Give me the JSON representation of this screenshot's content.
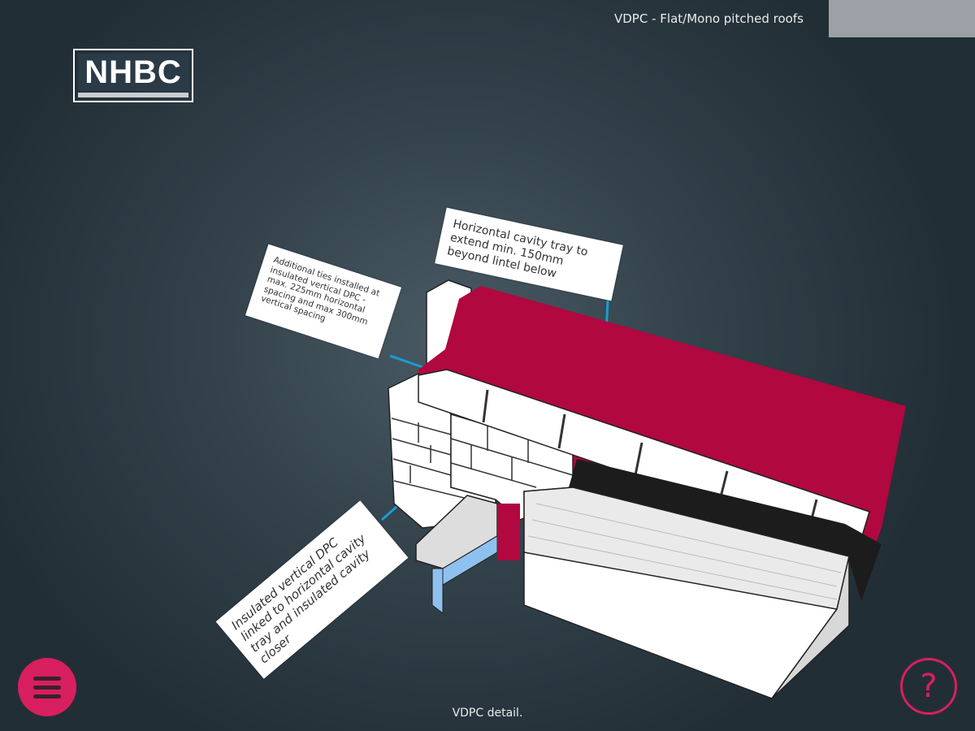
{
  "header": {
    "title": "VDPC - Flat/Mono pitched roofs"
  },
  "logo": {
    "text": "NHBC"
  },
  "labels": {
    "ties": "Additional ties installed at insulated vertical DPC - max. 225mm horizontal spacing and max 300mm vertical spacing",
    "tray": "Horizontal cavity tray to extend min. 150mm beyond lintel below",
    "vdpc": "Insulated vertical DPC linked to horizontal cavity tray and insulated cavity closer"
  },
  "caption": "VDPC detail.",
  "buttons": {
    "menu_icon": "hamburger-menu-icon",
    "help_label": "?"
  },
  "colors": {
    "accent": "#d81f5f",
    "membrane": "#b0083f",
    "leader": "#1a9bd7",
    "glazing": "#8fc1f0"
  }
}
